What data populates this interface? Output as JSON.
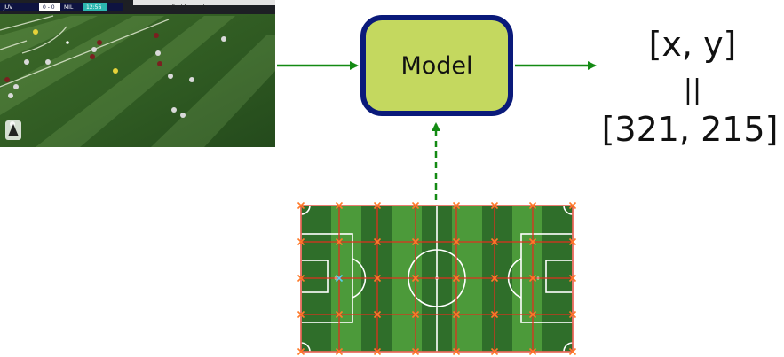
{
  "model": {
    "label": "Model"
  },
  "output": {
    "vars": "[x, y]",
    "equals": "||",
    "values": "[321, 215]"
  },
  "broadcast": {
    "score_home": "JUV",
    "score": "0 - 0",
    "score_away": "MIL",
    "clock": "12:56",
    "sponsor": "crafted for goals"
  },
  "colors": {
    "model_fill": "#c4d85f",
    "model_border": "#0a1a7a",
    "arrow": "#138a13",
    "grid_line": "#e0301e",
    "grid_marker": "#ff7a2a",
    "selected_marker": "#5ad0f0",
    "pitch_dark": "#2f6e2a",
    "pitch_light": "#4c9a3a"
  }
}
